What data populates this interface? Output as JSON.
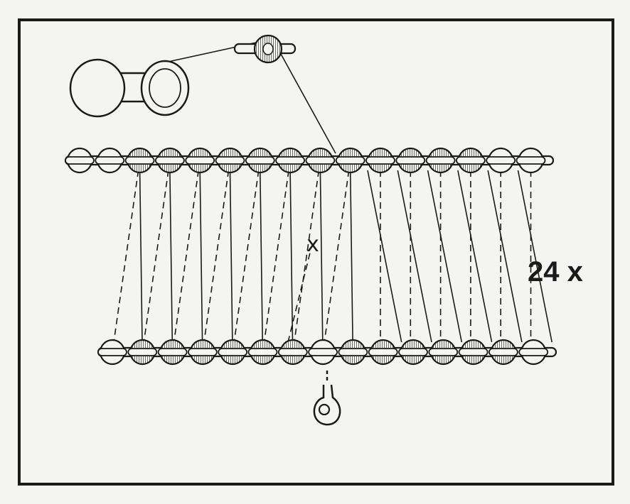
{
  "diagram": {
    "repeat_label": "24 x",
    "cross_mark": "x",
    "top_rail_pulley_count": 16,
    "bottom_rail_pulley_count": 15,
    "colors": {
      "ink": "#1a1a1a",
      "paper": "#f4f4f2",
      "hatch": "#555555"
    }
  }
}
